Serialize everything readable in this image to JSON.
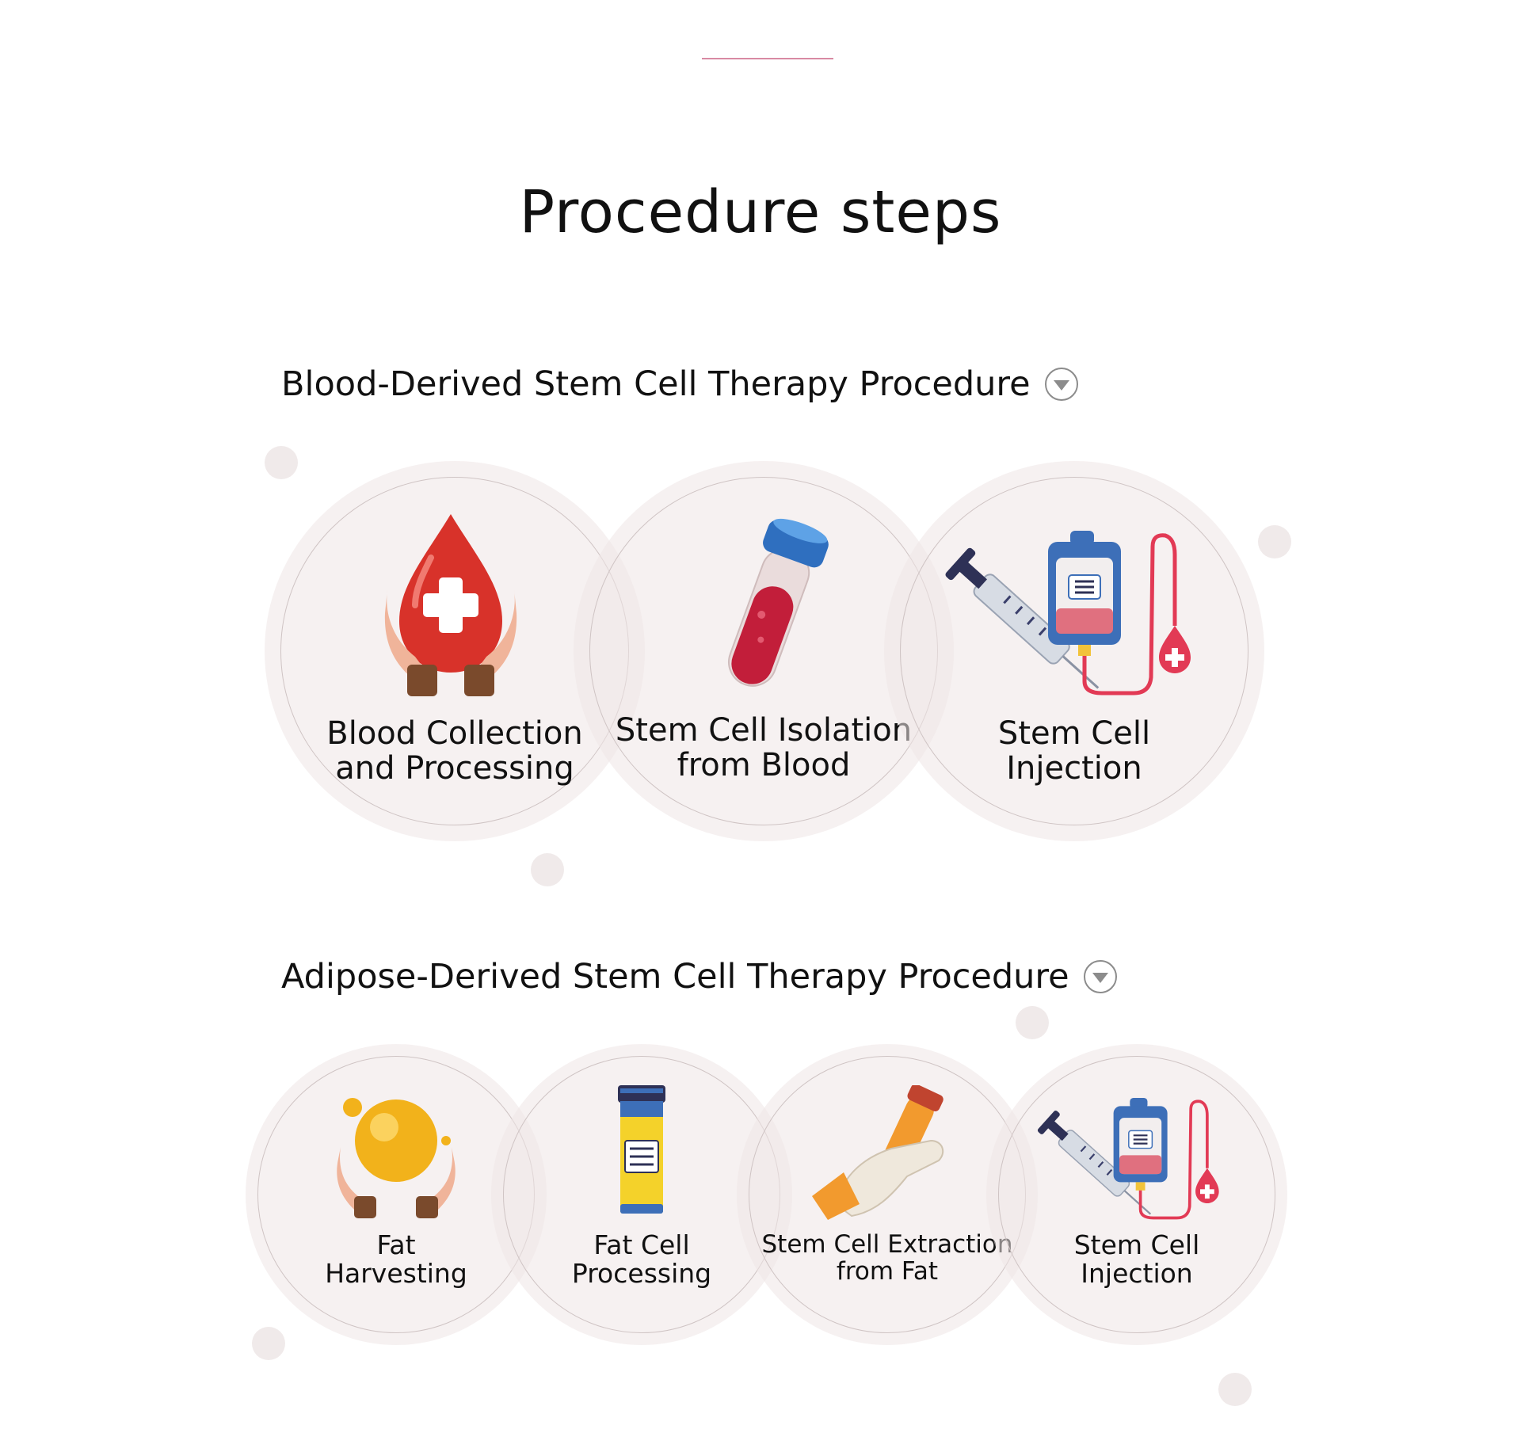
{
  "page": {
    "title": "Procedure steps"
  },
  "sections": [
    {
      "title": "Blood-Derived Stem Cell Therapy Procedure",
      "steps": [
        {
          "label_line1": "Blood Collection",
          "label_line2": "and Processing",
          "icon": "blood-drop-hands-icon"
        },
        {
          "label_line1": "Stem Cell Isolation",
          "label_line2": "from Blood",
          "icon": "test-tube-icon"
        },
        {
          "label_line1": "Stem Cell",
          "label_line2": "Injection",
          "icon": "syringe-iv-bag-icon"
        }
      ]
    },
    {
      "title": "Adipose-Derived Stem Cell Therapy Procedure",
      "steps": [
        {
          "label_line1": "Fat",
          "label_line2": "Harvesting",
          "icon": "fat-globule-hands-icon"
        },
        {
          "label_line1": "Fat Cell",
          "label_line2": "Processing",
          "icon": "sample-vial-icon"
        },
        {
          "label_line1": "Stem Cell Extraction",
          "label_line2": "from Fat",
          "icon": "hand-holding-tube-icon"
        },
        {
          "label_line1": "Stem Cell",
          "label_line2": "Injection",
          "icon": "syringe-iv-bag-icon"
        }
      ]
    }
  ],
  "colors": {
    "accent_line": "#d88aa3",
    "circle_fill": "#f0eaea",
    "text": "#111111"
  }
}
